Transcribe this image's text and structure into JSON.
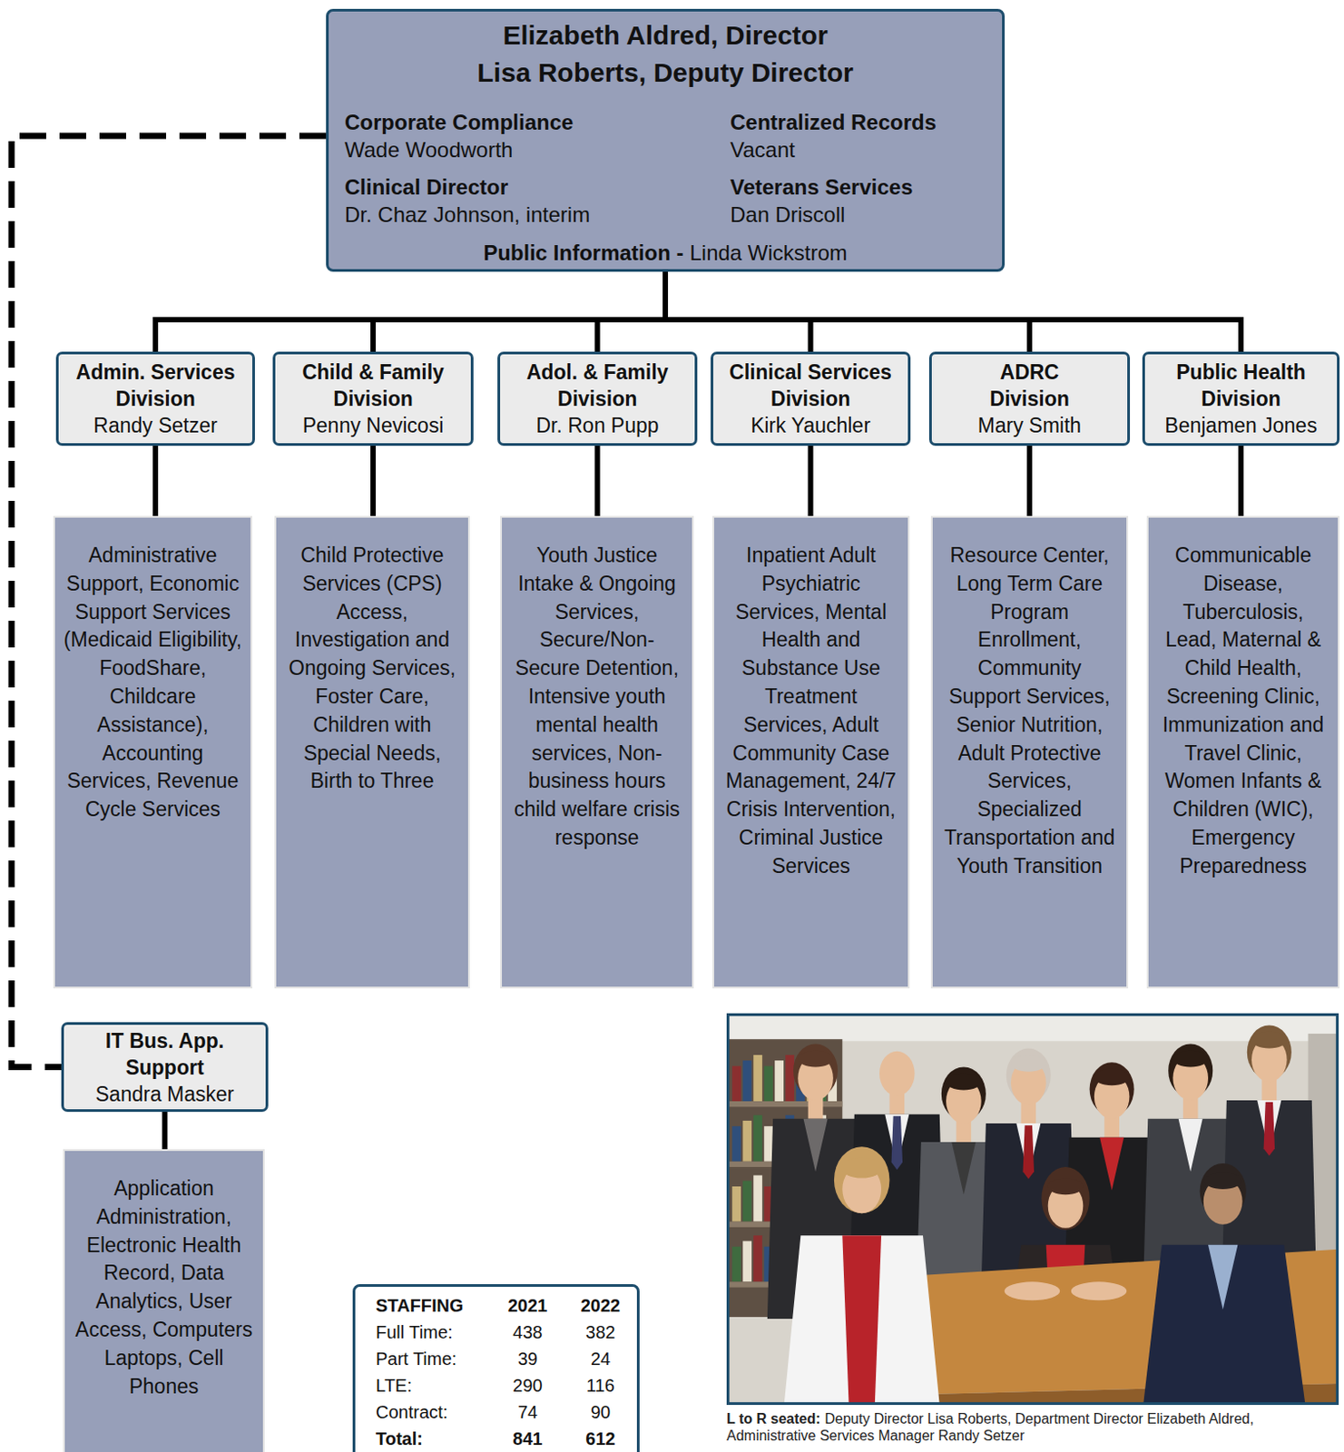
{
  "diagram": {
    "nodes": [
      {
        "text": [
          "Elizabeth Aldred, Director",
          "Lisa Roberts, Deputy Director",
          "Corporate Compliance",
          "Wade Woodworth",
          "Centralized Records",
          "Vacant",
          "Clinical Director",
          "Dr. Chaz Johnson, interim",
          "Veterans Services",
          "Dan Driscoll",
          "Public Information -",
          "Linda Wickstrom"
        ]
      },
      {
        "text": [
          "Admin. Services Division",
          "Randy Setzer"
        ]
      },
      {
        "text": [
          "Child & Family Division",
          "Penny Nevicosi"
        ]
      },
      {
        "text": [
          "Adol. & Family Division",
          "Dr. Ron Pupp"
        ]
      },
      {
        "text": [
          "Clinical Services Division",
          "Kirk Yauchler"
        ]
      },
      {
        "text": [
          "ADRC Division",
          "Mary Smith"
        ]
      },
      {
        "text": [
          "Public Health Division",
          "Benjamen Jones"
        ]
      },
      {
        "text": [
          "Administrative Support, Economic Support Services (Medicaid Eligibility, FoodShare, Childcare Assistance), Accounting Services, Revenue Cycle Services"
        ]
      },
      {
        "text": [
          "Child Protective Services (CPS) Access, Investigation and Ongoing Services, Foster Care, Children with Special Needs, Birth to Three"
        ]
      },
      {
        "text": [
          "Youth Justice Intake & Ongoing Services, Secure/Non-Secure Detention, Intensive youth mental health services, Non-business hours child welfare crisis response"
        ]
      },
      {
        "text": [
          "Inpatient Adult Psychiatric Services, Mental Health and Substance Use Treatment Services, Adult Community Case Management, 24/7 Crisis Intervention, Criminal Justice Services"
        ]
      },
      {
        "text": [
          "Resource Center, Long Term Care Program Enrollment, Community Support Services, Senior Nutrition, Adult Protective Services, Specialized Transportation and Youth Transition"
        ]
      },
      {
        "text": [
          "Communicable Disease, Tuberculosis, Lead, Maternal & Child Health, Screening Clinic, Immunization and Travel Clinic, Women Infants & Children (WIC), Emergency Preparedness"
        ]
      },
      {
        "text": [
          "IT Bus. App. Support",
          "Sandra Masker"
        ]
      },
      {
        "text": [
          "Application Administration, Electronic Health Record, Data Analytics, User Access, Computers Laptops, Cell Phones"
        ]
      },
      {
        "text": [
          "STAFFING",
          "2021",
          "2022",
          "Full Time:",
          "438",
          "382",
          "Part Time:",
          "39",
          "24",
          "LTE:",
          "290",
          "116",
          "Contract:",
          "74",
          "90",
          "Total:",
          "841",
          "612"
        ]
      }
    ],
    "edges": [
      {
        "from": 0,
        "to": 1,
        "arrow": "none"
      },
      {
        "from": 0,
        "to": 2,
        "arrow": "none"
      },
      {
        "from": 0,
        "to": 3,
        "arrow": "none"
      },
      {
        "from": 0,
        "to": 4,
        "arrow": "none"
      },
      {
        "from": 0,
        "to": 5,
        "arrow": "none"
      },
      {
        "from": 0,
        "to": 6,
        "arrow": "none"
      },
      {
        "from": 1,
        "to": 7,
        "arrow": "none"
      },
      {
        "from": 2,
        "to": 8,
        "arrow": "none"
      },
      {
        "from": 3,
        "to": 9,
        "arrow": "none"
      },
      {
        "from": 4,
        "to": 10,
        "arrow": "none"
      },
      {
        "from": 5,
        "to": 11,
        "arrow": "none"
      },
      {
        "from": 6,
        "to": 12,
        "arrow": "none"
      },
      {
        "from": 0,
        "to": 13,
        "arrow": "none"
      },
      {
        "from": 13,
        "to": 14,
        "arrow": "none"
      }
    ],
    "labels": [
      "L to R seated:",
      "Deputy Director Lisa Roberts, Department Director Elizabeth Aldred, Administrative Services Manager Randy Setzer"
    ]
  }
}
